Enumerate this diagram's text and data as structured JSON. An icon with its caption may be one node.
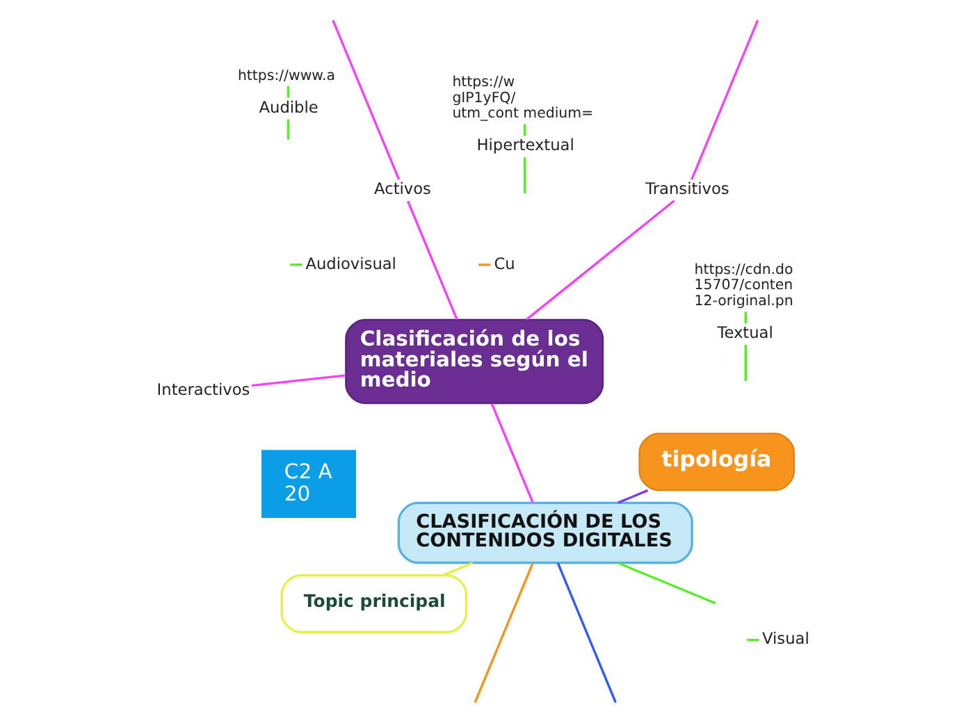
{
  "diagram": {
    "nodes": [
      {
        "text": [
          "CLASIFICACIÓN DE LOS CONTENIDOS DIGITALES"
        ]
      },
      {
        "text": [
          "tipología"
        ]
      },
      {
        "text": [
          "Clasificación de los materiales según el medio"
        ]
      },
      {
        "text": [
          "Topic principal"
        ]
      },
      {
        "text": [
          "Transitivos"
        ]
      },
      {
        "text": [
          "Activos"
        ]
      },
      {
        "text": [
          "Interactivos"
        ]
      },
      {
        "text": [
          "Cu"
        ]
      },
      {
        "text": [
          "Textual"
        ]
      },
      {
        "text": [
          "Hipertextual"
        ]
      },
      {
        "text": [
          "Audible"
        ]
      },
      {
        "text": [
          "Visual"
        ]
      },
      {
        "text": [
          "Audiovisual"
        ]
      },
      {
        "text": [
          "https://cdn.do 15707/conten 12-original.pn"
        ]
      },
      {
        "text": [
          "https://w gIP1yFQ/ utm_cont medium="
        ]
      },
      {
        "text": [
          "https://www.a"
        ]
      },
      {
        "text": [
          "C2 A",
          "20"
        ]
      }
    ],
    "edges": [
      {
        "from": 0,
        "to": 1,
        "arrow": "none",
        "color": "#7a3cf0"
      },
      {
        "from": 0,
        "to": null,
        "arrow": "none",
        "color": "#2f5cf5"
      },
      {
        "from": 0,
        "to": null,
        "arrow": "none",
        "color": "#f7941d"
      },
      {
        "from": 0,
        "to": 2,
        "arrow": "none",
        "color": "#f542f5"
      },
      {
        "from": 0,
        "to": 3,
        "arrow": "none",
        "color": "#e6f04a"
      },
      {
        "from": 0,
        "to": null,
        "arrow": "none"
      },
      {
        "from": 2,
        "to": 4,
        "arrow": "none",
        "color": "#f542f5"
      },
      {
        "from": 2,
        "to": 5,
        "arrow": "none",
        "color": "#f542f5"
      },
      {
        "from": 2,
        "to": 6,
        "arrow": "none",
        "color": "#f542f5"
      },
      {
        "from": 4,
        "to": null,
        "arrow": "none",
        "color": "#f542f5"
      },
      {
        "from": 5,
        "to": null,
        "arrow": "none",
        "color": "#f542f5"
      },
      {
        "from": null,
        "to": 7,
        "arrow": "none",
        "color": "#f7941d"
      },
      {
        "from": null,
        "to": 8,
        "arrow": "none"
      },
      {
        "from": null,
        "to": 9,
        "arrow": "none"
      },
      {
        "from": null,
        "to": 10,
        "arrow": "none"
      },
      {
        "from": null,
        "to": 11,
        "arrow": "none"
      },
      {
        "from": null,
        "to": 12,
        "arrow": "none"
      },
      {
        "from": 8,
        "to": 13,
        "arrow": "none"
      },
      {
        "from": 9,
        "to": 14,
        "arrow": "none"
      },
      {
        "from": 10,
        "to": 15,
        "arrow": "none"
      }
    ]
  }
}
